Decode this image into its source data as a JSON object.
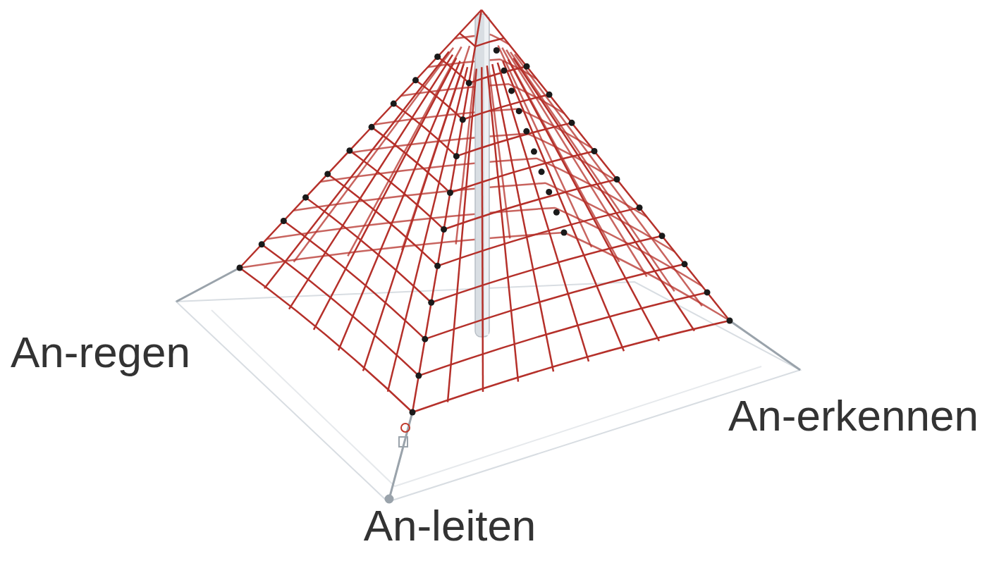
{
  "diagram": {
    "labels": [
      "An-regen",
      "An-erkennen",
      "An-leiten"
    ]
  }
}
